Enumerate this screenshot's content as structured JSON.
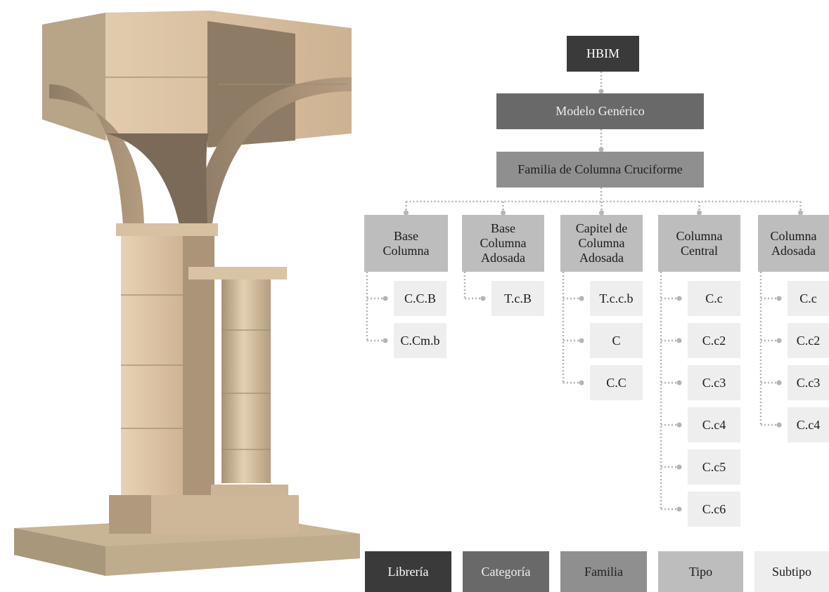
{
  "colors": {
    "libreria": "#3a3a3a",
    "categoria": "#696969",
    "familia": "#8f8f8f",
    "tipo": "#bdbdbd",
    "subtipo": "#eeeeee",
    "connector": "#b4b4b4",
    "stone": "#d9c3a3"
  },
  "tree": {
    "libreria": "HBIM",
    "categoria": "Modelo Genérico",
    "familia": "Familia de Columna Cruciforme",
    "tipos": [
      {
        "label": "Base\nColumna",
        "subtipos": [
          "C.C.B",
          "C.Cm.b"
        ]
      },
      {
        "label": "Base\nColumna\nAdosada",
        "subtipos": [
          "T.c.B"
        ]
      },
      {
        "label": "Capitel de\nColumna\nAdosada",
        "subtipos": [
          "T.c.c.b",
          "C",
          "C.C"
        ]
      },
      {
        "label": "Columna\nCentral",
        "subtipos": [
          "C.c",
          "C.c2",
          "C.c3",
          "C.c4",
          "C.c5",
          "C.c6"
        ]
      },
      {
        "label": "Columna\nAdosada",
        "subtipos": [
          "C.c",
          "C.c2",
          "C.c3",
          "C.c4"
        ]
      }
    ]
  },
  "legend": [
    "Librería",
    "Categoría",
    "Familia",
    "Tipo",
    "Subtipo"
  ]
}
